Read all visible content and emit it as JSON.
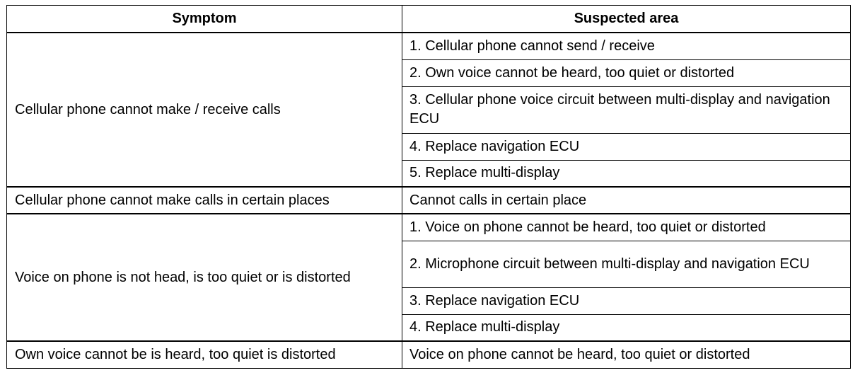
{
  "table": {
    "headers": {
      "symptom": "Symptom",
      "suspected_area": "Suspected area"
    },
    "groups": [
      {
        "symptom": "Cellular phone cannot make / receive calls",
        "areas": [
          "1. Cellular phone cannot send / receive",
          "2. Own voice cannot be heard, too quiet or distorted",
          "3. Cellular phone voice circuit between multi-display and navigation ECU",
          "4. Replace navigation ECU",
          "5. Replace multi-display"
        ]
      },
      {
        "symptom": "Cellular phone cannot make calls in certain places",
        "areas": [
          "Cannot calls in certain place"
        ]
      },
      {
        "symptom": "Voice on phone is not head, is too quiet or is distorted",
        "areas": [
          "1. Voice on phone cannot be heard, too quiet or distorted",
          "2. Microphone circuit between multi-display and navigation ECU",
          "3. Replace navigation ECU",
          "4. Replace multi-display"
        ]
      },
      {
        "symptom": "Own voice cannot be is heard, too quiet is distorted",
        "areas": [
          "Voice on phone cannot be heard, too quiet or distorted"
        ]
      }
    ]
  }
}
